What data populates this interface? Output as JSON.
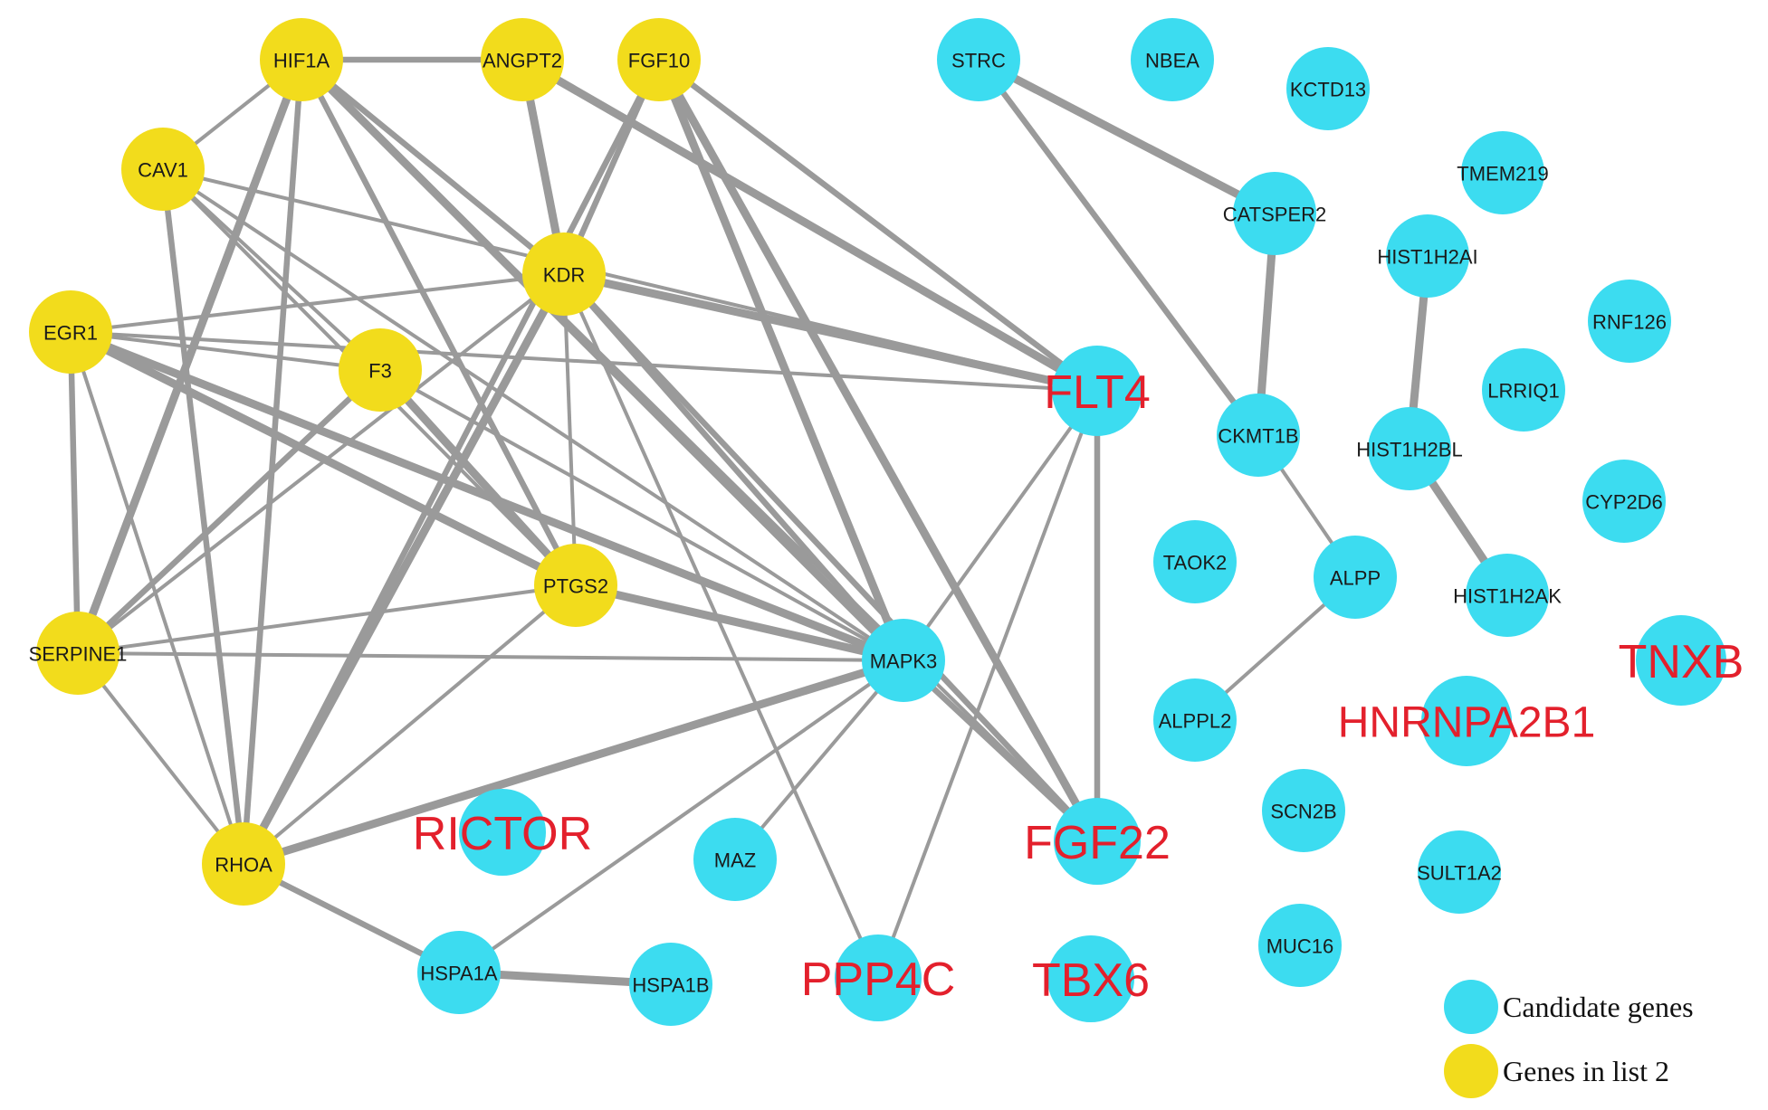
{
  "colors": {
    "candidate": "#3cdcf0",
    "list2": "#f2dc1c",
    "edge": "#9a9a9a",
    "label_default": "#1a1a1a",
    "label_highlight": "#e3202c"
  },
  "legend": [
    {
      "label": "Candidate genes",
      "group": "candidate"
    },
    {
      "label": "Genes in list 2",
      "group": "list2"
    }
  ],
  "nodes": [
    {
      "id": "HIF1A",
      "group": "list2"
    },
    {
      "id": "ANGPT2",
      "group": "list2"
    },
    {
      "id": "FGF10",
      "group": "list2"
    },
    {
      "id": "CAV1",
      "group": "list2"
    },
    {
      "id": "KDR",
      "group": "list2"
    },
    {
      "id": "EGR1",
      "group": "list2"
    },
    {
      "id": "F3",
      "group": "list2"
    },
    {
      "id": "PTGS2",
      "group": "list2"
    },
    {
      "id": "SERPINE1",
      "group": "list2"
    },
    {
      "id": "RHOA",
      "group": "list2"
    },
    {
      "id": "STRC",
      "group": "candidate"
    },
    {
      "id": "NBEA",
      "group": "candidate"
    },
    {
      "id": "KCTD13",
      "group": "candidate"
    },
    {
      "id": "TMEM219",
      "group": "candidate"
    },
    {
      "id": "CATSPER2",
      "group": "candidate"
    },
    {
      "id": "HIST1H2AI",
      "group": "candidate"
    },
    {
      "id": "RNF126",
      "group": "candidate"
    },
    {
      "id": "FLT4",
      "group": "candidate",
      "highlight": true
    },
    {
      "id": "LRRIQ1",
      "group": "candidate"
    },
    {
      "id": "CKMT1B",
      "group": "candidate"
    },
    {
      "id": "HIST1H2BL",
      "group": "candidate"
    },
    {
      "id": "CYP2D6",
      "group": "candidate"
    },
    {
      "id": "TAOK2",
      "group": "candidate"
    },
    {
      "id": "ALPP",
      "group": "candidate"
    },
    {
      "id": "HIST1H2AK",
      "group": "candidate"
    },
    {
      "id": "TNXB",
      "group": "candidate",
      "highlight": true
    },
    {
      "id": "MAPK3",
      "group": "candidate"
    },
    {
      "id": "ALPPL2",
      "group": "candidate"
    },
    {
      "id": "HNRNPA2B1",
      "group": "candidate",
      "highlight": true
    },
    {
      "id": "RICTOR",
      "group": "candidate",
      "highlight": true
    },
    {
      "id": "SCN2B",
      "group": "candidate"
    },
    {
      "id": "MAZ",
      "group": "candidate"
    },
    {
      "id": "FGF22",
      "group": "candidate",
      "highlight": true
    },
    {
      "id": "SULT1A2",
      "group": "candidate"
    },
    {
      "id": "MUC16",
      "group": "candidate"
    },
    {
      "id": "HSPA1A",
      "group": "candidate"
    },
    {
      "id": "HSPA1B",
      "group": "candidate"
    },
    {
      "id": "PPP4C",
      "group": "candidate",
      "highlight": true
    },
    {
      "id": "TBX6",
      "group": "candidate",
      "highlight": true
    }
  ],
  "edges": [
    {
      "source": "HIF1A",
      "target": "ANGPT2",
      "weight": 2
    },
    {
      "source": "HIF1A",
      "target": "CAV1",
      "weight": 1
    },
    {
      "source": "HIF1A",
      "target": "KDR",
      "weight": 2
    },
    {
      "source": "HIF1A",
      "target": "PTGS2",
      "weight": 2
    },
    {
      "source": "HIF1A",
      "target": "SERPINE1",
      "weight": 3
    },
    {
      "source": "HIF1A",
      "target": "RHOA",
      "weight": 2
    },
    {
      "source": "HIF1A",
      "target": "MAPK3",
      "weight": 3
    },
    {
      "source": "HIF1A",
      "target": "FGF22",
      "weight": 1
    },
    {
      "source": "ANGPT2",
      "target": "KDR",
      "weight": 3
    },
    {
      "source": "ANGPT2",
      "target": "FLT4",
      "weight": 3
    },
    {
      "source": "FGF10",
      "target": "KDR",
      "weight": 2
    },
    {
      "source": "FGF10",
      "target": "MAPK3",
      "weight": 3
    },
    {
      "source": "FGF10",
      "target": "FLT4",
      "weight": 2
    },
    {
      "source": "FGF10",
      "target": "FGF22",
      "weight": 3
    },
    {
      "source": "FGF10",
      "target": "RHOA",
      "weight": 2
    },
    {
      "source": "CAV1",
      "target": "FLT4",
      "weight": 1
    },
    {
      "source": "CAV1",
      "target": "F3",
      "weight": 1
    },
    {
      "source": "CAV1",
      "target": "PTGS2",
      "weight": 1
    },
    {
      "source": "CAV1",
      "target": "RHOA",
      "weight": 2
    },
    {
      "source": "CAV1",
      "target": "MAPK3",
      "weight": 1
    },
    {
      "source": "KDR",
      "target": "EGR1",
      "weight": 1
    },
    {
      "source": "KDR",
      "target": "FLT4",
      "weight": 3
    },
    {
      "source": "KDR",
      "target": "PTGS2",
      "weight": 1
    },
    {
      "source": "KDR",
      "target": "SERPINE1",
      "weight": 1
    },
    {
      "source": "KDR",
      "target": "RHOA",
      "weight": 3
    },
    {
      "source": "KDR",
      "target": "MAPK3",
      "weight": 2
    },
    {
      "source": "KDR",
      "target": "FGF22",
      "weight": 2
    },
    {
      "source": "KDR",
      "target": "PPP4C",
      "weight": 1
    },
    {
      "source": "EGR1",
      "target": "F3",
      "weight": 1
    },
    {
      "source": "EGR1",
      "target": "PTGS2",
      "weight": 3
    },
    {
      "source": "EGR1",
      "target": "SERPINE1",
      "weight": 2
    },
    {
      "source": "EGR1",
      "target": "RHOA",
      "weight": 1
    },
    {
      "source": "EGR1",
      "target": "MAPK3",
      "weight": 3
    },
    {
      "source": "EGR1",
      "target": "FLT4",
      "weight": 1
    },
    {
      "source": "F3",
      "target": "PTGS2",
      "weight": 3
    },
    {
      "source": "F3",
      "target": "SERPINE1",
      "weight": 2
    },
    {
      "source": "F3",
      "target": "MAPK3",
      "weight": 1
    },
    {
      "source": "PTGS2",
      "target": "SERPINE1",
      "weight": 1
    },
    {
      "source": "PTGS2",
      "target": "RHOA",
      "weight": 1
    },
    {
      "source": "PTGS2",
      "target": "MAPK3",
      "weight": 3
    },
    {
      "source": "SERPINE1",
      "target": "MAPK3",
      "weight": 1
    },
    {
      "source": "SERPINE1",
      "target": "RHOA",
      "weight": 1
    },
    {
      "source": "RHOA",
      "target": "MAPK3",
      "weight": 3
    },
    {
      "source": "RHOA",
      "target": "HSPA1A",
      "weight": 2
    },
    {
      "source": "MAPK3",
      "target": "FLT4",
      "weight": 1
    },
    {
      "source": "MAPK3",
      "target": "FGF22",
      "weight": 2
    },
    {
      "source": "MAPK3",
      "target": "MAZ",
      "weight": 1
    },
    {
      "source": "MAPK3",
      "target": "HSPA1A",
      "weight": 1
    },
    {
      "source": "FLT4",
      "target": "FGF22",
      "weight": 2
    },
    {
      "source": "FLT4",
      "target": "PPP4C",
      "weight": 1
    },
    {
      "source": "HSPA1A",
      "target": "HSPA1B",
      "weight": 3
    },
    {
      "source": "STRC",
      "target": "CATSPER2",
      "weight": 3
    },
    {
      "source": "STRC",
      "target": "CKMT1B",
      "weight": 2
    },
    {
      "source": "CATSPER2",
      "target": "CKMT1B",
      "weight": 3
    },
    {
      "source": "CKMT1B",
      "target": "ALPP",
      "weight": 1
    },
    {
      "source": "ALPP",
      "target": "ALPPL2",
      "weight": 1
    },
    {
      "source": "HIST1H2AI",
      "target": "HIST1H2BL",
      "weight": 3
    },
    {
      "source": "HIST1H2BL",
      "target": "HIST1H2AK",
      "weight": 3
    }
  ]
}
